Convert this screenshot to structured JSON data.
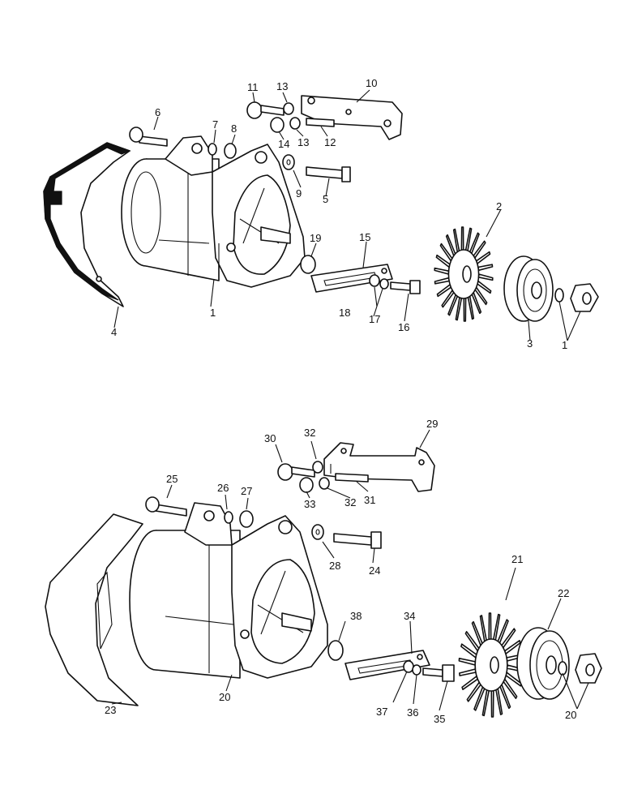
{
  "diagram": {
    "upper_assembly": {
      "callouts": [
        "1",
        "2",
        "3",
        "4",
        "5",
        "6",
        "7",
        "8",
        "9",
        "10",
        "11",
        "12",
        "13",
        "13",
        "14",
        "15",
        "16",
        "17",
        "18",
        "19",
        "1"
      ]
    },
    "lower_assembly": {
      "callouts": [
        "20",
        "20",
        "21",
        "22",
        "23",
        "24",
        "25",
        "26",
        "27",
        "28",
        "29",
        "30",
        "31",
        "32",
        "32",
        "33",
        "34",
        "35",
        "36",
        "37",
        "38"
      ]
    }
  }
}
